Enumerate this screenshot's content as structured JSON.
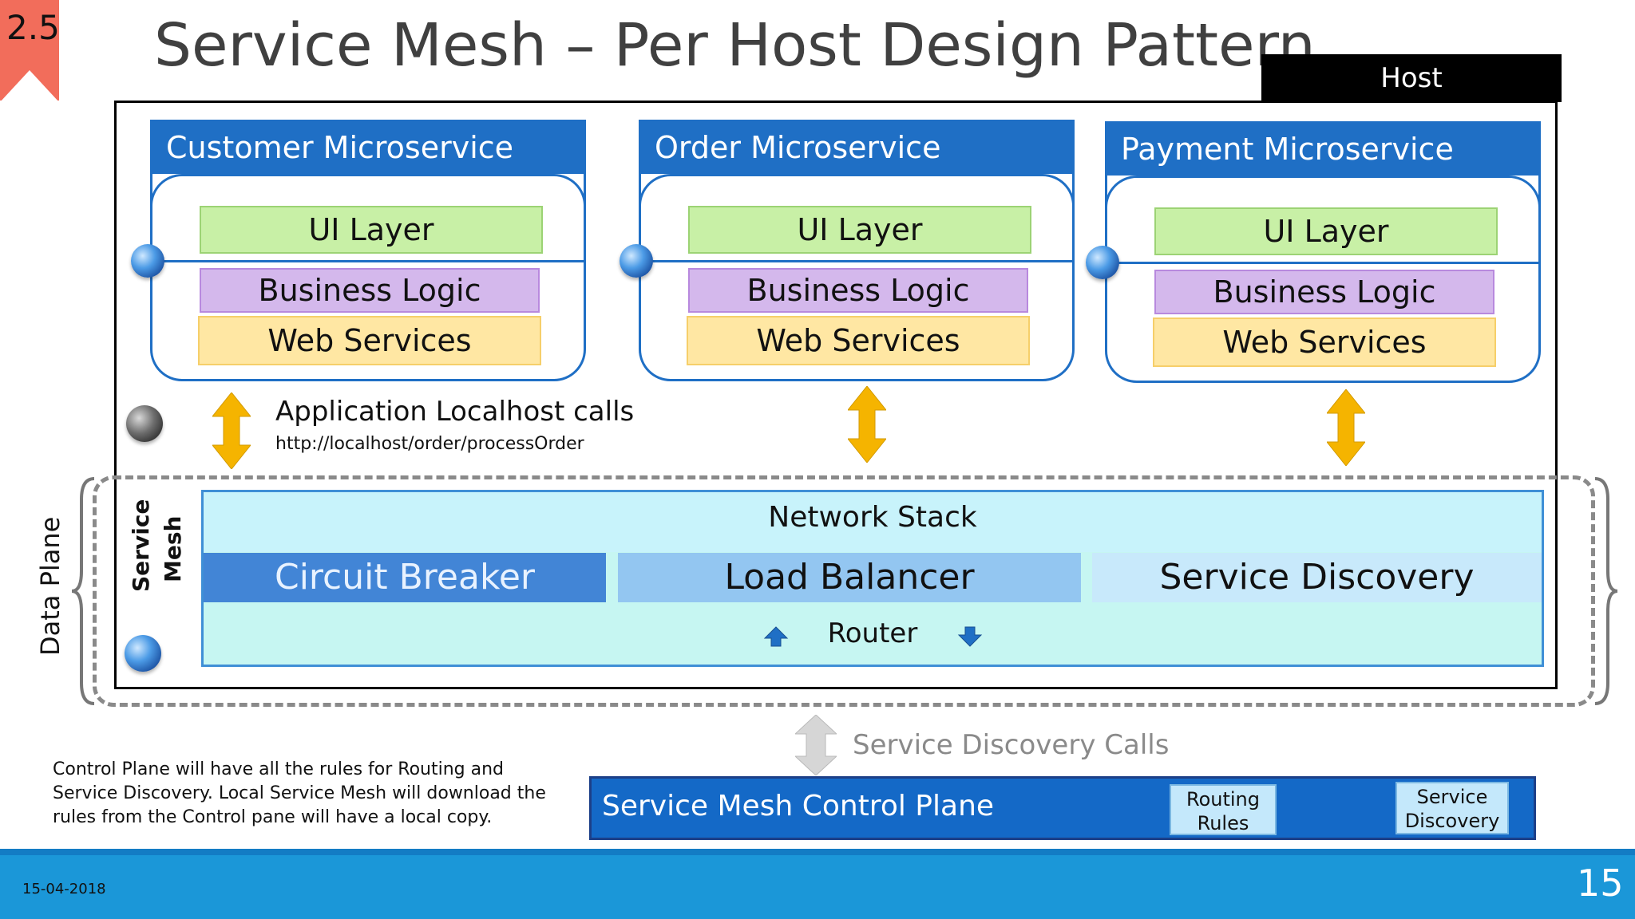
{
  "slide": {
    "section_number": "2.5",
    "title": "Service Mesh – Per Host Design Pattern",
    "date": "15-04-2018",
    "page_number": "15"
  },
  "host": {
    "label": "Host"
  },
  "microservices": [
    {
      "title": "Customer Microservice",
      "layers": [
        "UI Layer",
        "Business Logic",
        "Web Services"
      ]
    },
    {
      "title": "Order Microservice",
      "layers": [
        "UI Layer",
        "Business Logic",
        "Web Services"
      ]
    },
    {
      "title": "Payment Microservice",
      "layers": [
        "UI Layer",
        "Business Logic",
        "Web Services"
      ]
    }
  ],
  "localhost": {
    "label": "Application Localhost calls",
    "url": "http://localhost/order/processOrder"
  },
  "data_plane": {
    "label": "Data Plane",
    "mesh_label_line1": "Service",
    "mesh_label_line2": "Mesh"
  },
  "mesh": {
    "network_stack": "Network Stack",
    "circuit_breaker": "Circuit Breaker",
    "load_balancer": "Load Balancer",
    "service_discovery": "Service Discovery",
    "router": "Router"
  },
  "control": {
    "calls_label": "Service Discovery Calls",
    "plane_title": "Service Mesh Control Plane",
    "chips": [
      {
        "line1": "Routing",
        "line2": "Rules"
      },
      {
        "line1": "Service",
        "line2": "Discovery"
      }
    ],
    "note_line1": "Control Plane will have all the rules for Routing and",
    "note_line2": "Service Discovery. Local Service Mesh will download the",
    "note_line3": "rules from the Control pane will have a local copy."
  },
  "colors": {
    "accent_blue": "#1f6fc5",
    "arrow_yellow": "#f5b400",
    "footer_blue": "#1b97d8",
    "badge_red": "#f26d5b"
  }
}
